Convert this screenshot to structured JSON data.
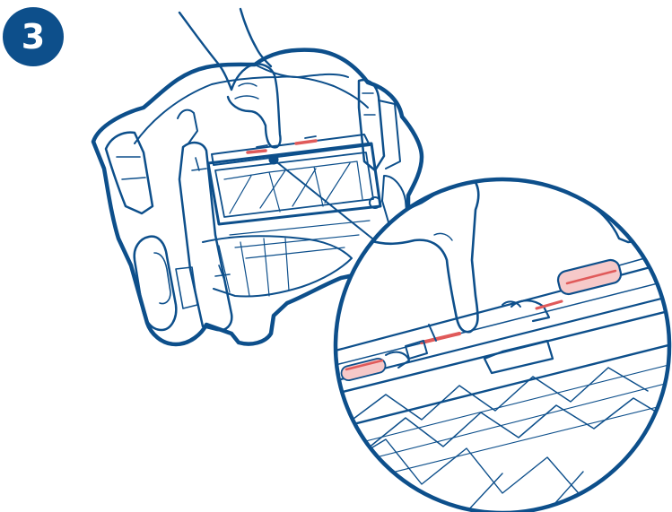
{
  "step": {
    "number": "3"
  },
  "colors": {
    "badge": "#0d4f8b",
    "line": "#0d4f8b",
    "highlight": "#e05a5a",
    "highlight_fill": "#f6c9c9",
    "background": "#ffffff"
  },
  "illustration": {
    "subject": "pool-cleaner-filter-latch-release",
    "main_view": "robot-cleaner-upside-down-with-hand-pressing-latch",
    "zoom_view": "magnified-filter-latch-detail"
  }
}
